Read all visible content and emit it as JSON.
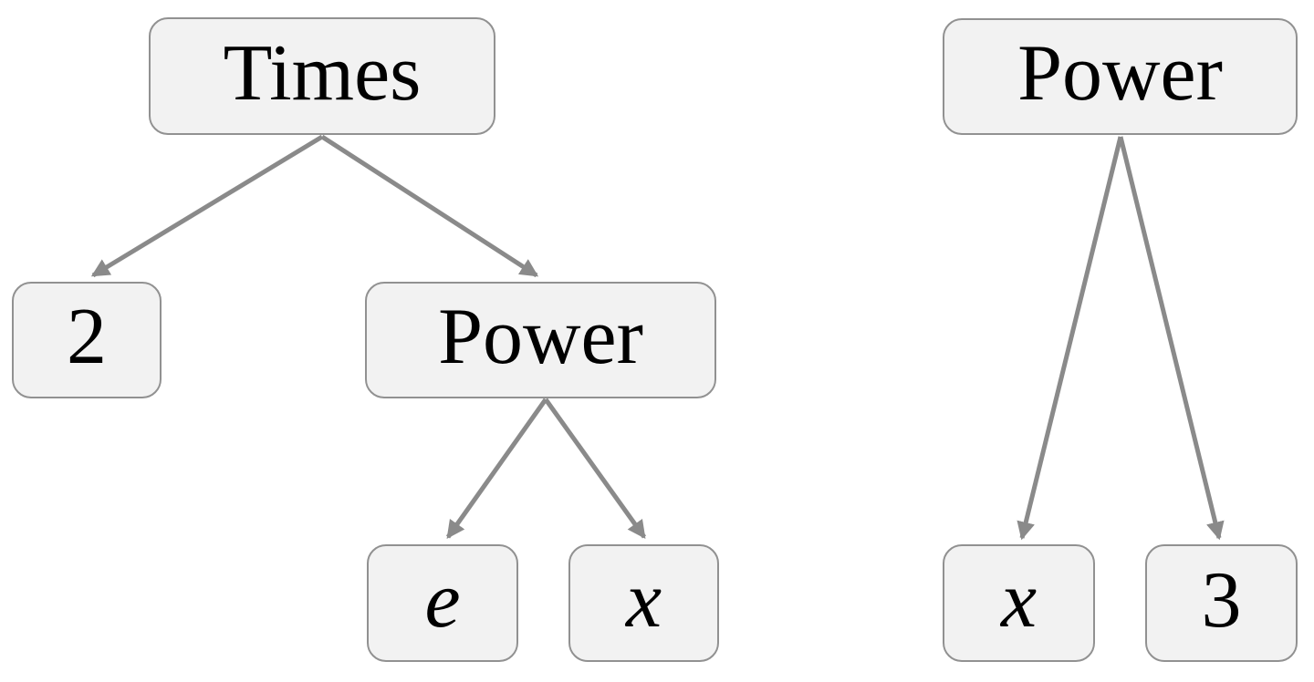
{
  "diagram": {
    "kind": "expression-trees",
    "colors": {
      "node_fill": "#f2f2f2",
      "node_border": "#919191",
      "edge": "#8a8a8a",
      "text": "#000000",
      "background": "#ffffff"
    },
    "left_tree": {
      "root": "Times",
      "nodes": {
        "times": {
          "label": "Times"
        },
        "two": {
          "label": "2"
        },
        "power": {
          "label": "Power"
        },
        "e": {
          "label": "e"
        },
        "x": {
          "label": "x"
        }
      },
      "edges": [
        {
          "from": "times",
          "to": "two"
        },
        {
          "from": "times",
          "to": "power"
        },
        {
          "from": "power",
          "to": "e"
        },
        {
          "from": "power",
          "to": "x"
        }
      ]
    },
    "right_tree": {
      "root": "Power",
      "nodes": {
        "power": {
          "label": "Power"
        },
        "x": {
          "label": "x"
        },
        "three": {
          "label": "3"
        }
      },
      "edges": [
        {
          "from": "power",
          "to": "x"
        },
        {
          "from": "power",
          "to": "three"
        }
      ]
    }
  }
}
